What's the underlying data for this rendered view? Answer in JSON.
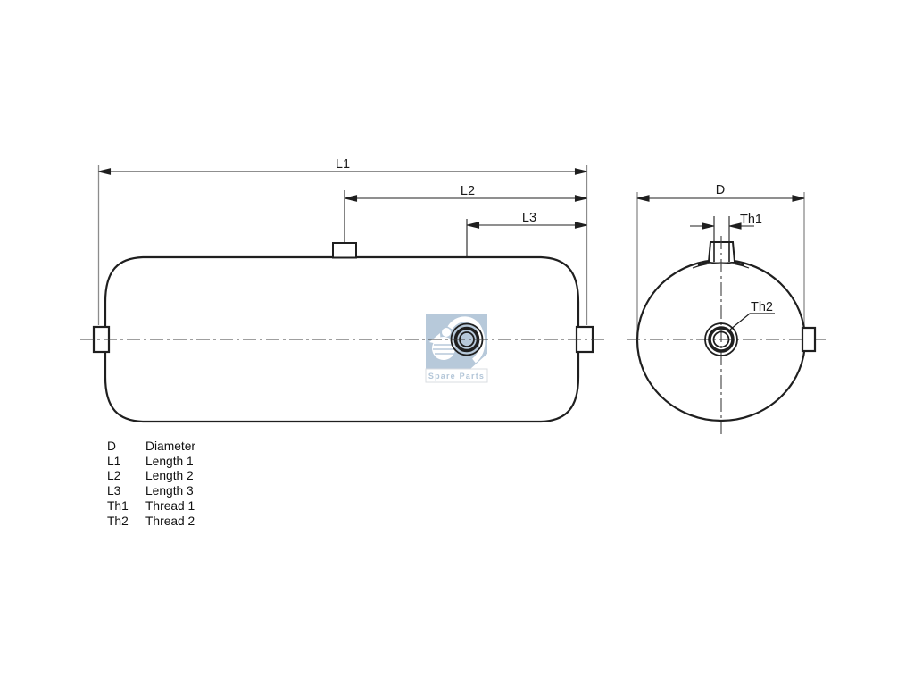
{
  "drawing": {
    "title": "air-tank-technical-drawing",
    "dimensions": {
      "l1": "L1",
      "l2": "L2",
      "l3": "L3",
      "d": "D",
      "th1": "Th1",
      "th2": "Th2"
    },
    "watermark": {
      "brand_text": "Spare Parts",
      "logo": "dt-logo",
      "square_color": "#b7c9da",
      "text_color": "#b3c6d8",
      "box_border": "#d9dce1"
    },
    "colors": {
      "background": "#ffffff",
      "outline": "#1f1f1f",
      "dimension_line": "#1f1f1f",
      "extension_line": "#8c8c8c",
      "centerline": "#3f3f3f"
    }
  },
  "legend": {
    "rows": [
      {
        "symbol": "D",
        "label": "Diameter"
      },
      {
        "symbol": "L1",
        "label": "Length 1"
      },
      {
        "symbol": "L2",
        "label": "Length 2"
      },
      {
        "symbol": "L3",
        "label": "Length 3"
      },
      {
        "symbol": "Th1",
        "label": "Thread 1"
      },
      {
        "symbol": "Th2",
        "label": "Thread 2"
      }
    ]
  }
}
